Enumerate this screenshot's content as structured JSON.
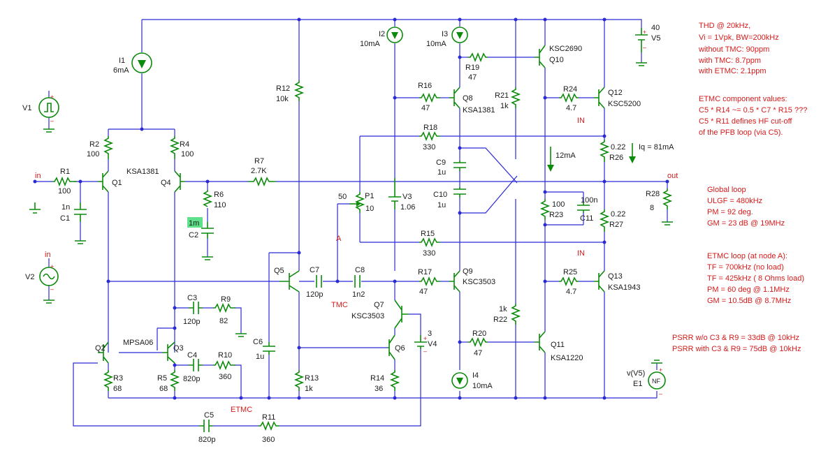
{
  "title": "",
  "colors": {
    "wire": "#2a2ad6",
    "component": "#0b8a0b",
    "note": "#d61a1a",
    "text": "#1a1a1a"
  },
  "components": {
    "I1": [
      "I1",
      "6mA"
    ],
    "I2": [
      "I2",
      "10mA"
    ],
    "I3": [
      "I3",
      "10mA"
    ],
    "I4": [
      "I4",
      "10mA"
    ],
    "V1": "V1",
    "V2": "V2",
    "V3": [
      "V3",
      "1.06"
    ],
    "V4": [
      "3",
      "V4"
    ],
    "V5": [
      "40",
      "V5"
    ],
    "E1": [
      "v(V5)",
      "E1",
      "NF"
    ],
    "R1": [
      "R1",
      "100"
    ],
    "R2": [
      "R2",
      "100"
    ],
    "R3": [
      "R3",
      "68"
    ],
    "R4": [
      "R4",
      "100"
    ],
    "R5": [
      "R5",
      "68"
    ],
    "R6": [
      "R6",
      "110"
    ],
    "R7": [
      "R7",
      "2.7K"
    ],
    "R9": [
      "R9",
      "82"
    ],
    "R10": [
      "R10",
      "360"
    ],
    "R11": [
      "R11",
      "360"
    ],
    "R12": [
      "R12",
      "10k"
    ],
    "R13": [
      "R13",
      "1k"
    ],
    "R14": [
      "R14",
      "36"
    ],
    "R15": [
      "R15",
      "330"
    ],
    "R16": [
      "R16",
      "47"
    ],
    "R17": [
      "R17",
      "47"
    ],
    "R18": [
      "R18",
      "330"
    ],
    "R19": [
      "R19",
      "47"
    ],
    "R20": [
      "R20",
      "47"
    ],
    "R21": [
      "R21",
      "1k"
    ],
    "R22": [
      "1k",
      "R22"
    ],
    "R23": [
      "100",
      "R23"
    ],
    "R24": [
      "R24",
      "4.7"
    ],
    "R25": [
      "R25",
      "4.7"
    ],
    "R26": [
      "0.22",
      "R26"
    ],
    "R27": [
      "0.22",
      "R27"
    ],
    "R28": [
      "R28",
      "8"
    ],
    "C1": [
      "1n",
      "C1"
    ],
    "C2": [
      "1m",
      "C2"
    ],
    "C3": [
      "C3",
      "120p"
    ],
    "C4": [
      "C4",
      "820p"
    ],
    "C5": [
      "C5",
      "820p"
    ],
    "C6": [
      "C6",
      "1u"
    ],
    "C7": [
      "C7",
      "120p"
    ],
    "C8": [
      "C8",
      "1n2"
    ],
    "C9": [
      "C9",
      "1u"
    ],
    "C10": [
      "C10",
      "1u"
    ],
    "C11": [
      "100n",
      "C11"
    ],
    "P1": [
      "P1",
      "10",
      "50"
    ],
    "Q1": "Q1",
    "Q4": "Q4",
    "Q1Q4_type": "KSA1381",
    "Q2": "Q2",
    "Q3": "Q3",
    "Q2Q3_type": "MPSA06",
    "Q5": "Q5",
    "Q6": "Q6",
    "Q7": [
      "Q7",
      "KSC3503"
    ],
    "Q8": [
      "Q8",
      "KSA1381"
    ],
    "Q9": [
      "Q9",
      "KSC3503"
    ],
    "Q10": [
      "KSC2690",
      "Q10"
    ],
    "Q11": [
      "Q11",
      "KSA1220"
    ],
    "Q12": [
      "Q12",
      "KSC5200"
    ],
    "Q13": [
      "Q13",
      "KSA1943"
    ]
  },
  "nodes": {
    "in1": "in",
    "in2": "in",
    "out": "out",
    "A": "A",
    "TMC": "TMC",
    "ETMC": "ETMC",
    "IN1": "IN",
    "IN2": "IN"
  },
  "currents": {
    "bias": "12mA",
    "iq": "Iq = 81mA"
  },
  "notes": {
    "thd": [
      "THD @ 20kHz,",
      "Vi = 1Vpk, BW=200kHz",
      "without TMC:  90ppm",
      "with TMC:        8.7ppm",
      "with ETMC:    2.1ppm"
    ],
    "etmc_values": [
      "ETMC component values:",
      "C5 * R14 ~= 0.5 * C7 * R15 ???",
      "C5 * R11 defines HF cut-off",
      "of the PFB loop (via C5)."
    ],
    "global_loop": [
      "Global loop",
      "ULGF = 480kHz",
      "PM = 92 deg.",
      "GM = 23 dB @ 19MHz"
    ],
    "etmc_loop": [
      "ETMC loop (at node A):",
      "TF = 700kHz (no load)",
      "TF = 425kHz ( 8 Ohms load)",
      "PM = 60 deg @ 1.1MHz",
      "GM = 10.5dB @ 8.7MHz"
    ],
    "psrr": [
      "PSRR w/o  C3 & R9 = 33dB @ 10kHz",
      "PSRR with C3 & R9 = 75dB @ 10kHz"
    ]
  }
}
